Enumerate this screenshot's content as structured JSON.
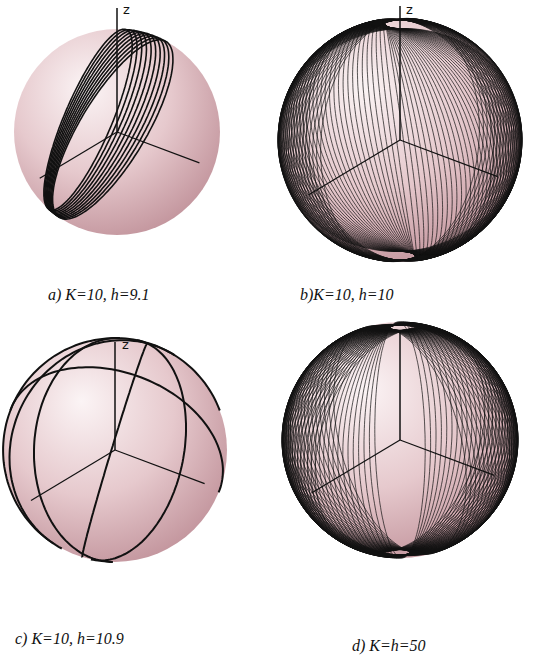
{
  "diagram": {
    "labels": [
      "z",
      "z",
      "z",
      "a) K=10, h=9.1",
      "b)K=10, h=10",
      "c) K=10, h=10.9",
      "d) K=h=50"
    ]
  }
}
